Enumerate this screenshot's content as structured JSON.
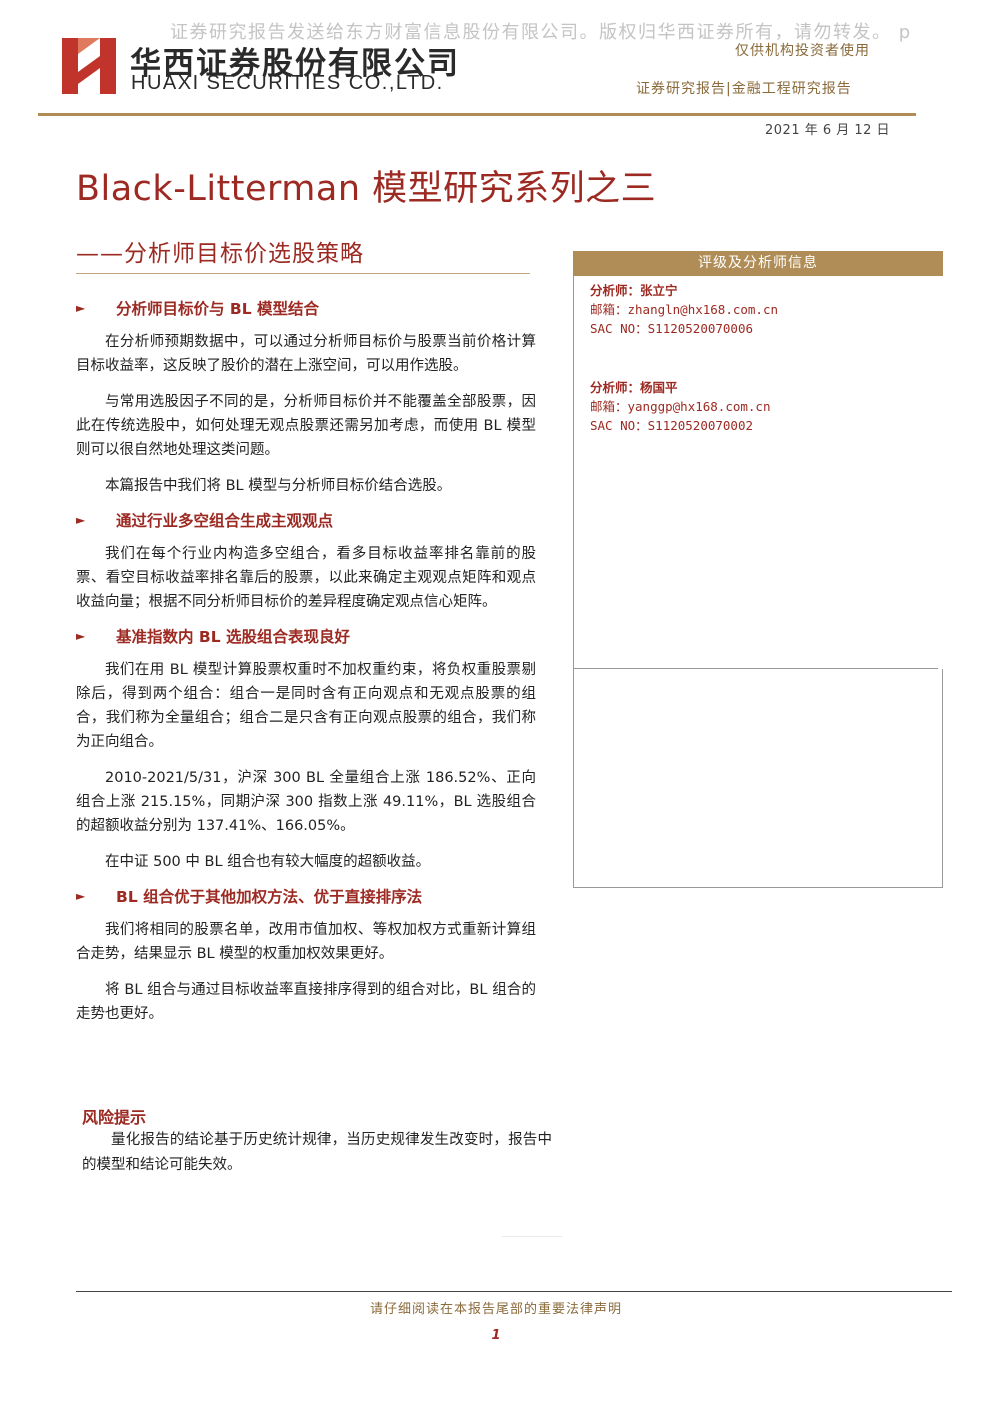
{
  "header": {
    "watermark": "证券研究报告发送给东方财富信息股份有限公司。版权归华西证券所有，请勿转发。 p",
    "company_cn": "华西证券股份有限公司",
    "company_en": "HUAXI SECURITIES CO.,LTD.",
    "audience_note": "仅供机构投资者使用",
    "report_type": "证券研究报告|金融工程研究报告",
    "date": "2021 年 6 月 12 日"
  },
  "title": {
    "main": "Black-Litterman 模型研究系列之三",
    "sub": "——分析师目标价选股策略"
  },
  "sections": [
    {
      "heading": "分析师目标价与 BL 模型结合",
      "paragraphs": [
        "在分析师预期数据中，可以通过分析师目标价与股票当前价格计算目标收益率，这反映了股价的潜在上涨空间，可以用作选股。",
        "与常用选股因子不同的是，分析师目标价并不能覆盖全部股票，因此在传统选股中，如何处理无观点股票还需另加考虑，而使用 BL 模型则可以很自然地处理这类问题。",
        "本篇报告中我们将 BL 模型与分析师目标价结合选股。"
      ]
    },
    {
      "heading": "通过行业多空组合生成主观观点",
      "paragraphs": [
        "我们在每个行业内构造多空组合，看多目标收益率排名靠前的股票、看空目标收益率排名靠后的股票，以此来确定主观观点矩阵和观点收益向量；根据不同分析师目标价的差异程度确定观点信心矩阵。"
      ]
    },
    {
      "heading": "基准指数内 BL 选股组合表现良好",
      "paragraphs": [
        "我们在用 BL 模型计算股票权重时不加权重约束，将负权重股票剔除后，得到两个组合：组合一是同时含有正向观点和无观点股票的组合，我们称为全量组合；组合二是只含有正向观点股票的组合，我们称为正向组合。",
        "2010-2021/5/31，沪深 300 BL 全量组合上涨 186.52%、正向组合上涨 215.15%，同期沪深 300 指数上涨 49.11%，BL 选股组合的超额收益分别为 137.41%、166.05%。",
        "在中证 500 中 BL 组合也有较大幅度的超额收益。"
      ]
    },
    {
      "heading": "BL 组合优于其他加权方法、优于直接排序法",
      "paragraphs": [
        "我们将相同的股票名单，改用市值加权、等权加权方式重新计算组合走势，结果显示 BL 模型的权重加权效果更好。",
        "将 BL 组合与通过目标收益率直接排序得到的组合对比，BL 组合的走势也更好。"
      ]
    }
  ],
  "risk": {
    "title": "风险提示",
    "text": "量化报告的结论基于历史统计规律，当历史规律发生改变时，报告中的模型和结论可能失效。"
  },
  "panel": {
    "header": "评级及分析师信息",
    "analysts": [
      {
        "name": "分析师：张立宁",
        "email": "邮箱：zhangln@hx168.com.cn",
        "sac": "SAC NO：S1120520070006"
      },
      {
        "name": "分析师：杨国平",
        "email": "邮箱：yanggp@hx168.com.cn",
        "sac": "SAC NO：S1120520070002"
      }
    ]
  },
  "footer": {
    "note": "请仔细阅读在本报告尾部的重要法律声明",
    "page": "1"
  },
  "colors": {
    "accent_red": "#9c2a22",
    "accent_gold": "#b08d57",
    "logo_red": "#c0342b"
  }
}
